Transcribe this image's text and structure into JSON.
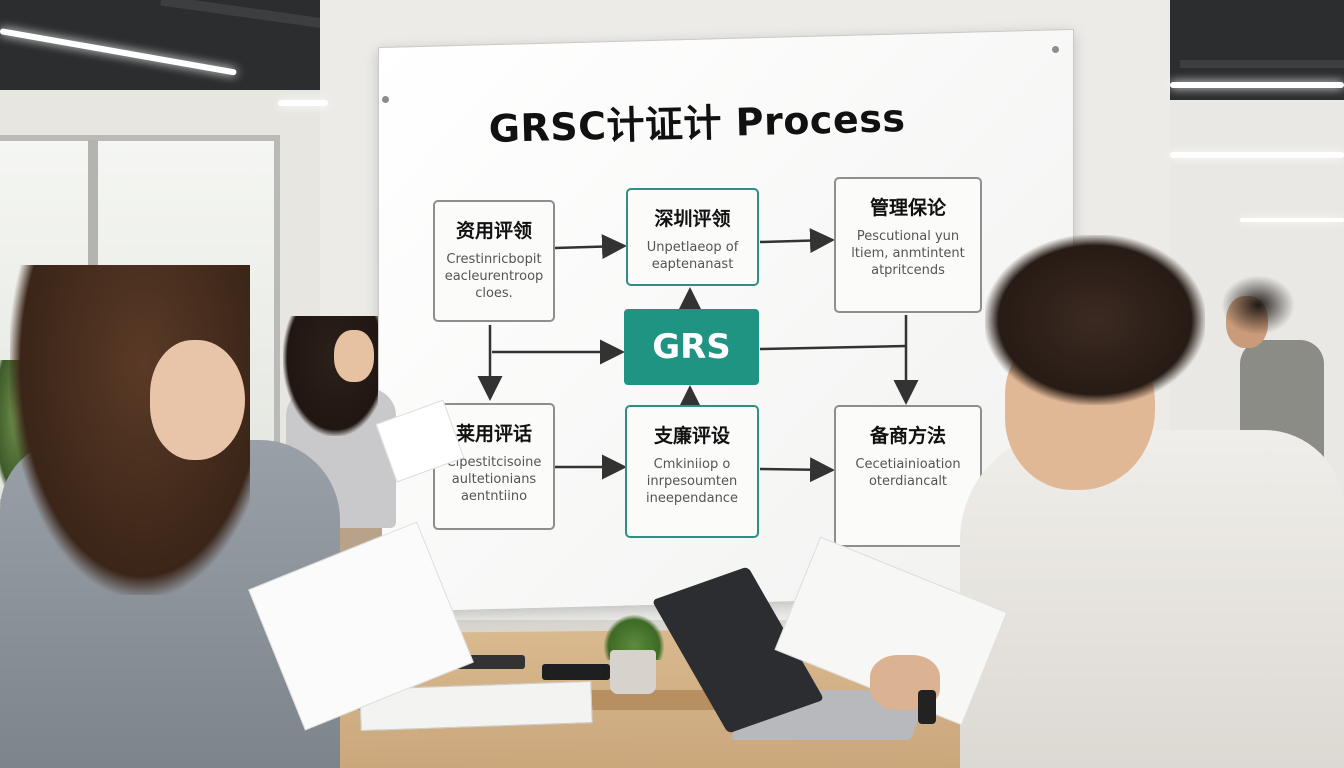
{
  "board": {
    "title": "GRSC计证计 Process",
    "center_label": "GRS",
    "accent_color": "#1f9483",
    "boxes": [
      {
        "title": "资用评领",
        "body": "Crestinricbopit eacleurentroop cloes."
      },
      {
        "title": "深圳评领",
        "body": "Unpetlaeop of eaptenanast"
      },
      {
        "title": "管理保论",
        "body": "Pescutional yun ltiem, anmtintent atpritcends"
      },
      {
        "title": "莱用评话",
        "body": "Cipestitcisoine aultetionians aentntiino"
      },
      {
        "title": "支廉评设",
        "body": "Cmkiniiop o inrpesoumten ineependance"
      },
      {
        "title": "备商方法",
        "body": "Cecetiainioation oterdiancalt"
      }
    ]
  }
}
